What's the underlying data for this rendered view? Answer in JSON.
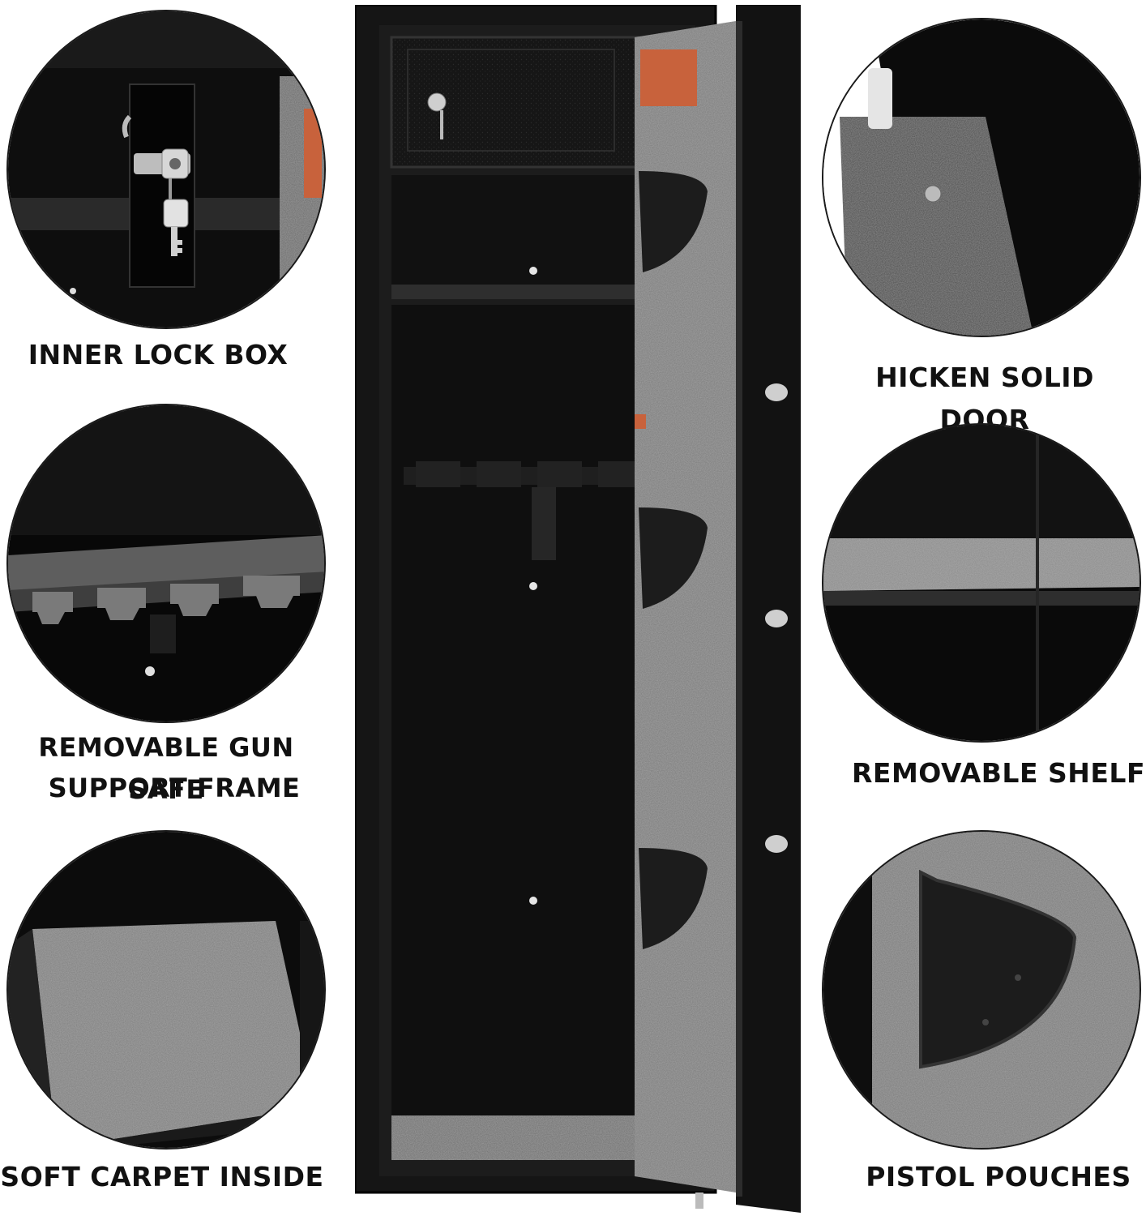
{
  "features": {
    "inner_lock_box": "INNER LOCK BOX",
    "solid_door": "HICKEN SOLID DOOR",
    "support_frame_line1": "REMOVABLE GUN SAFE",
    "support_frame_line2": "SUPPORT FRAME",
    "removable_shelf": "REMOVABLE SHELF",
    "soft_carpet": "SOFT CARPET INSIDE",
    "pistol_pouches": "PISTOL POUCHES"
  },
  "colors": {
    "steel": "#141414",
    "carpet": "#8a8a8a",
    "pouch": "#1c1c1c",
    "warning_label": "#c8623c"
  },
  "icons": [
    "key-icon",
    "lock-icon",
    "door-knob-icon",
    "pouch-icon",
    "gun-rack-icon"
  ]
}
